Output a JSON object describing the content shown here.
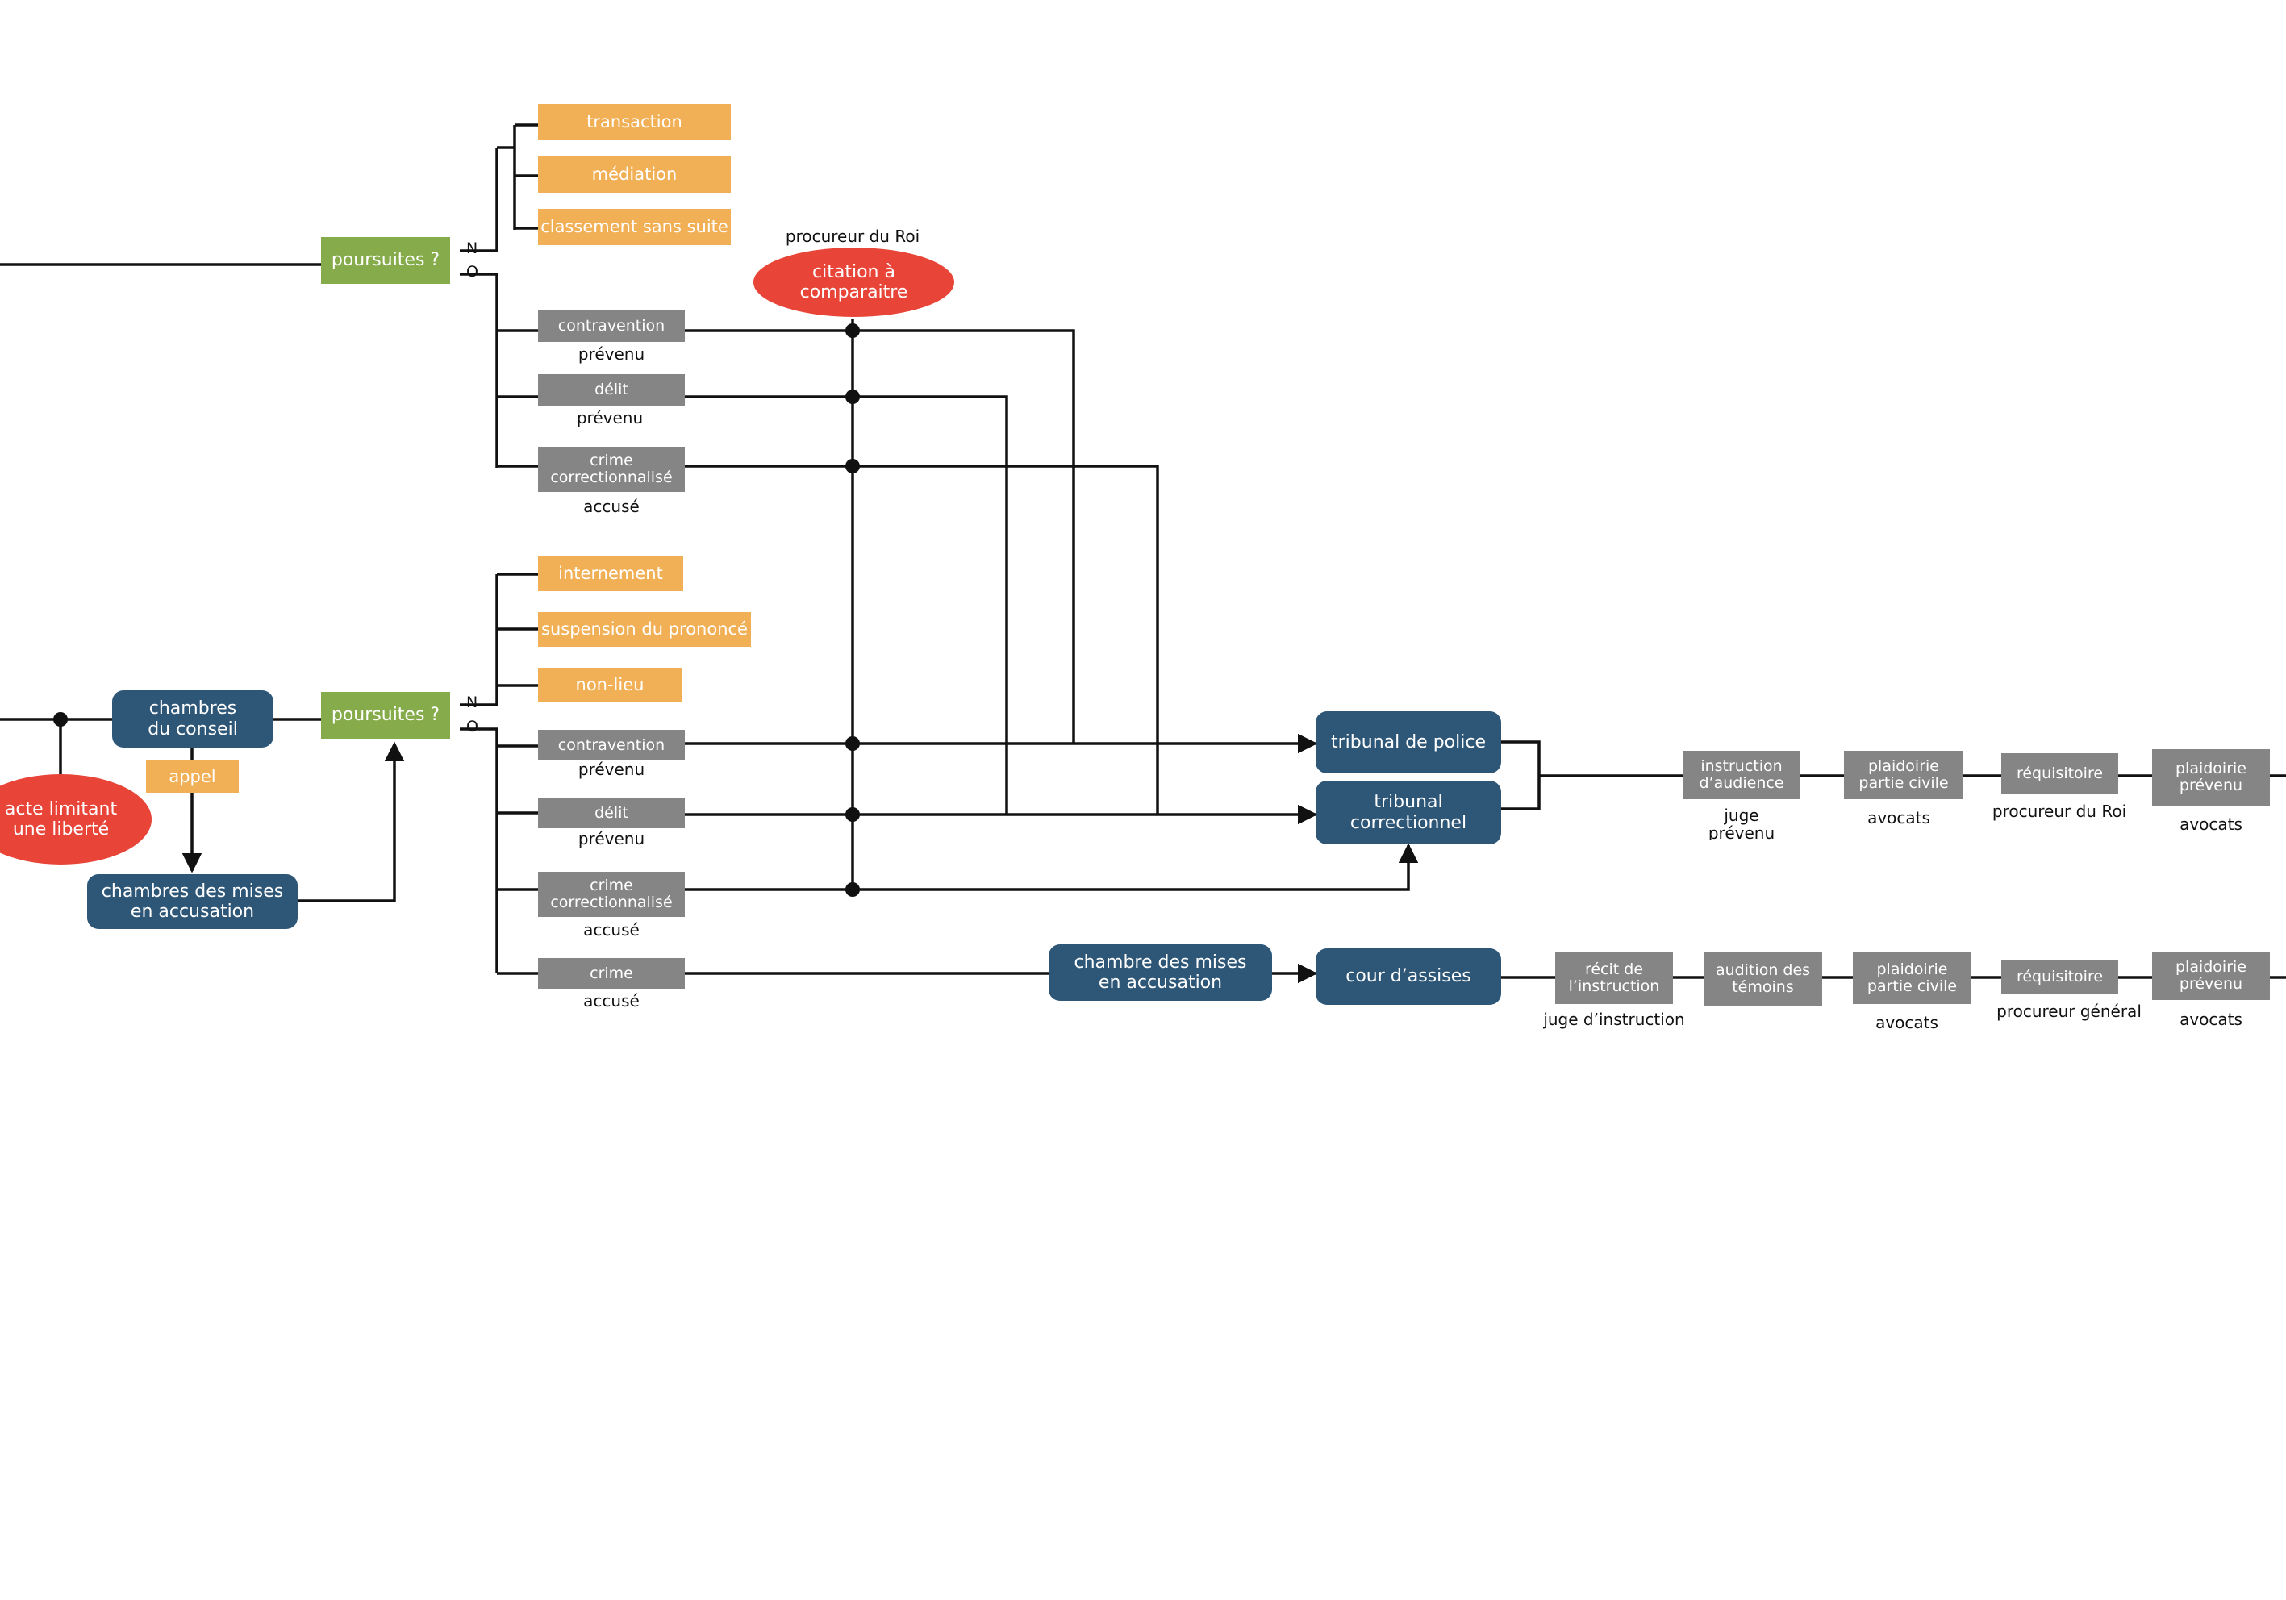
{
  "colors": {
    "orange": "#f2b056",
    "gray": "#858585",
    "green": "#86ab4b",
    "blue": "#2d5677",
    "red": "#e84437",
    "line": "#111111"
  },
  "top_branch": {
    "decision": "poursuites ?",
    "no": "N",
    "yes": "O",
    "alternatives": [
      "transaction",
      "médiation",
      "classement sans suite"
    ],
    "offences": [
      {
        "label": "contravention",
        "party": "prévenu"
      },
      {
        "label": "délit",
        "party": "prévenu"
      },
      {
        "label": "crime\ncorrectionnalisé",
        "party": "accusé"
      }
    ],
    "citation": {
      "label": "citation à\ncomparaitre",
      "actor": "procureur du Roi"
    }
  },
  "bottom_branch": {
    "council": "chambres\ndu conseil",
    "appeal": "appel",
    "indictment_chamber": "chambres des mises\nen accusation",
    "liberty_act": "acte limitant\nune liberté",
    "decision": "poursuites ?",
    "no": "N",
    "yes": "O",
    "alternatives": [
      "internement",
      "suspension du prononcé",
      "non-lieu"
    ],
    "offences": [
      {
        "label": "contravention",
        "party": "prévenu"
      },
      {
        "label": "délit",
        "party": "prévenu"
      },
      {
        "label": "crime\ncorrectionnalisé",
        "party": "accusé"
      },
      {
        "label": "crime",
        "party": "accusé"
      }
    ],
    "crime_chamber": "chambre des mises\nen accusation"
  },
  "courts": {
    "police": "tribunal de police",
    "correctional": "tribunal\ncorrectionnel",
    "assizes": "cour d’assises"
  },
  "tribunal_steps": [
    {
      "label": "instruction\nd’audience",
      "actor": "juge\nprévenu"
    },
    {
      "label": "plaidoirie\npartie civile",
      "actor": "avocats"
    },
    {
      "label": "réquisitoire",
      "actor": "procureur du Roi"
    },
    {
      "label": "plaidoirie\nprévenu",
      "actor": "avocats"
    }
  ],
  "assizes_steps": [
    {
      "label": "récit de\nl’instruction",
      "actor": "juge d’instruction"
    },
    {
      "label": "audition des\ntémoins",
      "actor": ""
    },
    {
      "label": "plaidoirie\npartie civile",
      "actor": "avocats"
    },
    {
      "label": "réquisitoire",
      "actor": "procureur général"
    },
    {
      "label": "plaidoirie\nprévenu",
      "actor": "avocats"
    }
  ]
}
